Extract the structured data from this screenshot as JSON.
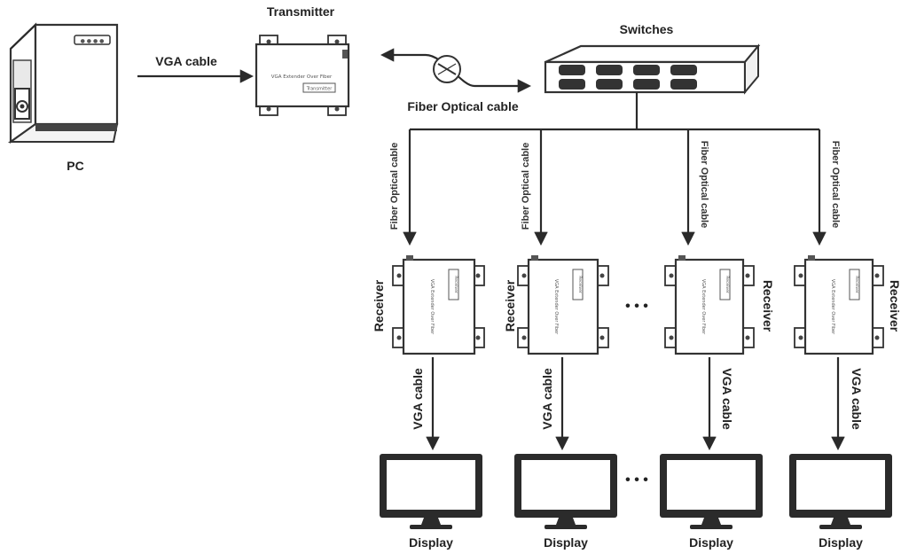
{
  "devices": {
    "pc": {
      "label": "PC",
      "badge": "● ● ● ●"
    },
    "transmitter": {
      "label": "Transmitter",
      "model_text": "VGA Extender Over Fiber",
      "badge_text": "Transmitter"
    },
    "switches": {
      "label": "Switches"
    },
    "receivers": [
      {
        "label": "Receiver",
        "model_text": "VGA Extender Over Fiber",
        "badge_text": "Receiver"
      },
      {
        "label": "Receiver",
        "model_text": "VGA Extender Over Fiber",
        "badge_text": "Receiver"
      },
      {
        "label": "Receiver",
        "model_text": "VGA Extender Over Fiber",
        "badge_text": "Receiver"
      },
      {
        "label": "Receiver",
        "model_text": "VGA Extender Over Fiber",
        "badge_text": "Receiver"
      }
    ],
    "displays": [
      {
        "label": "Display"
      },
      {
        "label": "Display"
      },
      {
        "label": "Display"
      },
      {
        "label": "Display"
      }
    ]
  },
  "cables": {
    "pc_to_transmitter": "VGA cable",
    "transmitter_to_switch": "Fiber Optical cable",
    "switch_to_receivers": [
      "Fiber Optical cable",
      "Fiber Optical cable",
      "Fiber Optical cable",
      "Fiber Optical cable"
    ],
    "receiver_to_display": [
      "VGA cable",
      "VGA cable",
      "VGA cable",
      "VGA cable"
    ]
  },
  "ellipsis": "• • •",
  "colors": {
    "line": "#2a2a2a",
    "device_fill": "#ffffff",
    "screen": "#ffffff"
  }
}
